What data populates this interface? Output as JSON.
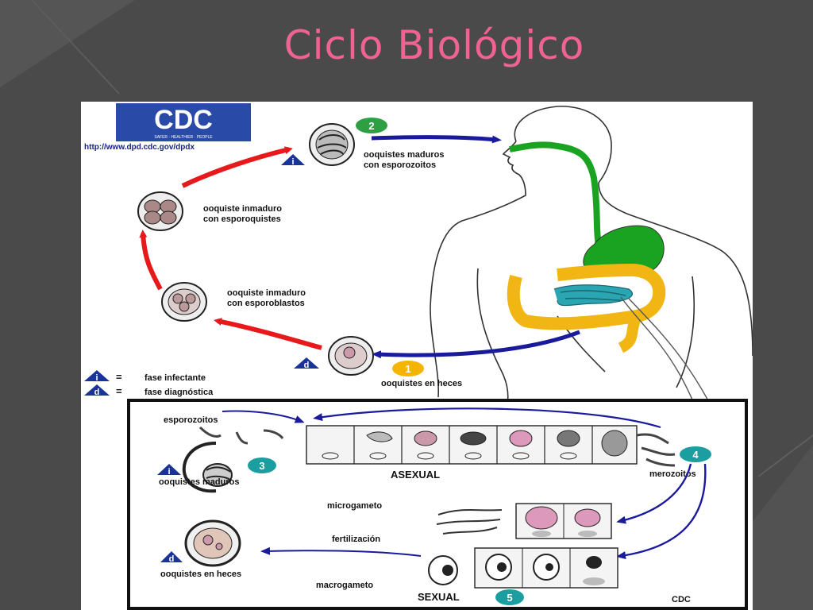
{
  "slide": {
    "title": "Ciclo Biológico"
  },
  "figure": {
    "logo": {
      "text": "CDC",
      "tagline": "SAFER · HEALTHIER · PEOPLE",
      "url": "http://www.dpd.cdc.gov/dpdx"
    },
    "stages": {
      "s1": {
        "number": "1",
        "label": "ooquistes en heces",
        "phase_letter": "d"
      },
      "s2": {
        "number": "2",
        "line1": "ooquistes maduros",
        "line2": "con esporozoitos",
        "phase_letter": "i"
      },
      "immature_sporocysts": {
        "line1": "ooquiste inmaduro",
        "line2": "con esporoquistes"
      },
      "immature_sporoblasts": {
        "line1": "ooquiste inmaduro",
        "line2": "con esporoblastos"
      },
      "s3": {
        "number": "3",
        "label": "ooquistes maduros",
        "phase_letter": "i"
      },
      "s4": {
        "number": "4",
        "label": "merozoitos"
      },
      "s5": {
        "number": "5",
        "label": "SEXUAL"
      }
    },
    "legend": {
      "infective": {
        "letter": "i",
        "symbol": "=",
        "text": "fase infectante"
      },
      "diagnostic": {
        "letter": "d",
        "symbol": "=",
        "text": "fase diagnóstica"
      }
    },
    "panel": {
      "sporozoites": "esporozoitos",
      "asexual": "ASEXUAL",
      "microgamete": "microgameto",
      "fertilization": "fertilización",
      "macrogamete": "macrogameto",
      "oocysts_feces": "ooquistes en heces",
      "oocysts_feces_letter": "d",
      "credit": "CDC"
    },
    "colors": {
      "red_arrow": "#e8191b",
      "blue_arrow": "#1a1a9c",
      "badge_green": "#2ea043",
      "badge_yellow": "#f5b400",
      "badge_teal": "#1a9ea0",
      "legend_blue": "#1a3399",
      "gut_green": "#1aa321",
      "gut_yellow": "#f2b614",
      "gut_teal": "#2aa6b3",
      "title_pink": "#f06292"
    }
  }
}
